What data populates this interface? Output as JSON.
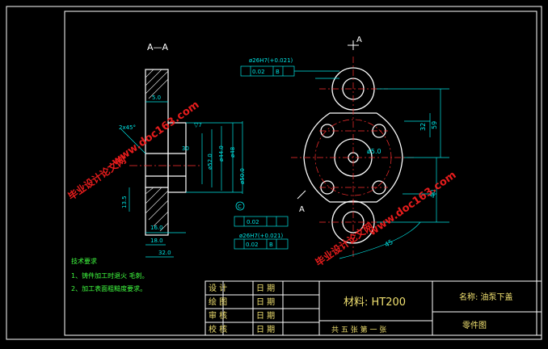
{
  "section_label": "A—A",
  "view_arrow_top": "A",
  "view_arrow_left": "A",
  "section_dims": {
    "d_5_0": "5.0",
    "d_2x45": "2x45°",
    "d_30": "30",
    "d_52": "ø52.0",
    "d_44": "ø44.0",
    "d_48": "ø48",
    "d_50": "ø50.0",
    "d_13_5": "13.5",
    "d_16": "16.0",
    "d_18": "18.0",
    "d_32": "32.0",
    "v7": "▽7"
  },
  "main_dims": {
    "tol_top": "ø26H7(+0.021)",
    "tol_top_value": "0.02",
    "tol_top_ref": "B",
    "tol_bottom": "ø26H7(+0.021)",
    "tol_bottom_value": "0.02",
    "tol_bottom_ref": "B",
    "bore": "ø5.0",
    "side_59": "59",
    "side_32": "32",
    "side_40": "40",
    "small_box": "0.02",
    "bottom_45": "45"
  },
  "notes": {
    "title": "技术要求",
    "line1": "1、铸件加工时退火 毛刺。",
    "line2": "2、加工表面粗糙度要求。"
  },
  "title_block": {
    "rows": [
      {
        "role": "设 计",
        "date_label": "日 期"
      },
      {
        "role": "绘 图",
        "date_label": "日 期"
      },
      {
        "role": "审 核",
        "date_label": "日 期"
      },
      {
        "role": "校 核",
        "date_label": "日 期"
      }
    ],
    "material": "材料: HT200",
    "part_name": "名称: 油泵下盖",
    "sheet": "共 五 张   第 一 张",
    "drawing_type": "零件图"
  },
  "watermarks": {
    "site": "www.doc163.com",
    "brand": "毕业设计论文网"
  },
  "colors": {
    "background": "#000000",
    "outline": "#ffffff",
    "dimension": "#00e5e5",
    "centerline": "#ff3030",
    "text_yellow": "#f0e070",
    "notes_green": "#40ff40",
    "watermark": "#ff2020"
  }
}
